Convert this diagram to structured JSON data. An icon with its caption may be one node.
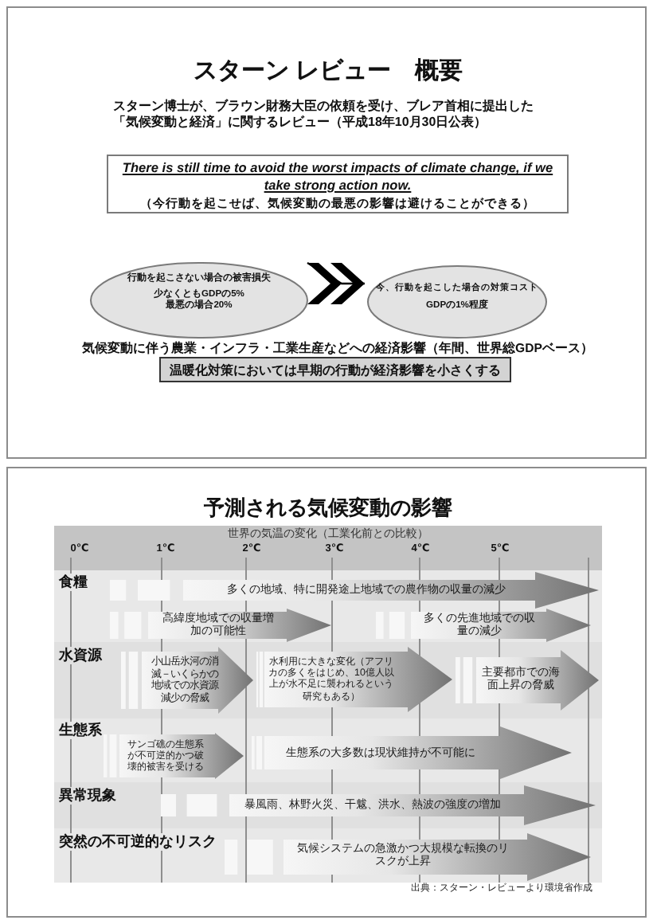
{
  "diagram": {
    "nodes": [
      {
        "text": [
          "スターン レビュー　概要",
          "スターン博士が、ブラウン財務大臣の依頼を受け、ブレア首相に提出した「気候変動と経済」に関するレビュー（平成18年10月30日公表）"
        ]
      },
      {
        "text": [
          "There is still time to avoid the worst impacts of climate change, if we take strong action now.",
          "（今行動を起こせば、気候変動の最悪の影響は避けることができる）"
        ],
        "in": 0
      },
      {
        "text": [
          "行動を起こさない場合の被害損失",
          "少なくともGDPの5%最悪の場合20%"
        ],
        "in": 0
      },
      {
        "text": [
          "今、行動を起こした場合の対策コスト",
          "GDPの1%程度"
        ],
        "in": 0
      },
      {
        "text": [
          "温暖化対策においては早期の行動が経済影響を小さくする"
        ],
        "in": 0
      },
      {
        "text": [
          "予測される気候変動の影響"
        ]
      },
      {
        "text": [
          "世界の気温の変化（工業化前との比較）"
        ],
        "in": 5
      },
      {
        "text": [
          "食糧"
        ],
        "in": 6
      },
      {
        "text": [
          "多くの地域、特に開発途上地域での農作物の収量の減少"
        ],
        "in": 7
      },
      {
        "text": [
          "高緯度地域での収量増加の可能性"
        ],
        "in": 7
      },
      {
        "text": [
          "多くの先進地域での収量の減少"
        ],
        "in": 7
      },
      {
        "text": [
          "水資源"
        ],
        "in": 6
      },
      {
        "text": [
          "小山岳氷河の消滅－いくらかの地域での水資源減少の脅威"
        ],
        "in": 11
      },
      {
        "text": [
          "水利用に大きな変化（アフリカの多くをはじめ、10億人以上が水不足に襲われるという研究もある）"
        ],
        "in": 11
      },
      {
        "text": [
          "主要都市での海面上昇の脅威"
        ],
        "in": 11
      },
      {
        "text": [
          "生態系"
        ],
        "in": 6
      },
      {
        "text": [
          "サンゴ礁の生態系が不可逆的かつ破壊的被害を受ける"
        ],
        "in": 15
      },
      {
        "text": [
          "生態系の大多数は現状維持が不可能に"
        ],
        "in": 15
      },
      {
        "text": [
          "異常現象"
        ],
        "in": 6
      },
      {
        "text": [
          "暴風雨、林野火災、干魃、洪水、熱波の強度の増加"
        ],
        "in": 18
      },
      {
        "text": [
          "突然の不可逆的なリスク"
        ],
        "in": 6
      },
      {
        "text": [
          "気候システムの急激かつ大規模な転換のリスクが上昇"
        ],
        "in": 20
      }
    ],
    "edges": [
      {
        "from": 2,
        "to": 3,
        "arrow": "to"
      }
    ],
    "labels": [
      "気候変動に伴う農業・インフラ・工業生産などへの経済影響（年間、世界総GDPベース）",
      "0℃",
      "1℃",
      "2℃",
      "3℃",
      "4℃",
      "5℃",
      "出典：スターン・レビューより環境省作成"
    ]
  }
}
